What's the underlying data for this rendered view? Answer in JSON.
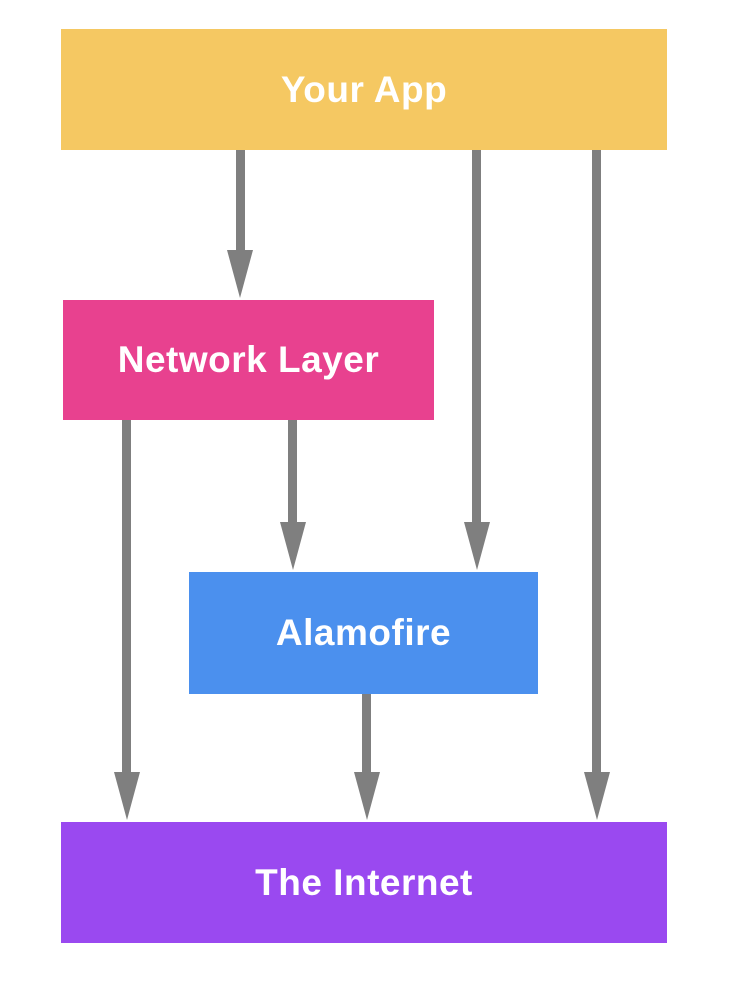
{
  "diagram": {
    "background_color": "#ffffff",
    "arrow_color": "#7f7f7f",
    "text_color": "#ffffff",
    "nodes": [
      {
        "id": "your-app",
        "label": "Your App",
        "color": "#f5c862"
      },
      {
        "id": "network-layer",
        "label": "Network Layer",
        "color": "#e8418f"
      },
      {
        "id": "alamofire",
        "label": "Alamofire",
        "color": "#4b90ee"
      },
      {
        "id": "the-internet",
        "label": "The Internet",
        "color": "#9a49f0"
      }
    ],
    "edges": [
      {
        "from": "Your App",
        "to": "Network Layer"
      },
      {
        "from": "Your App",
        "to": "Alamofire"
      },
      {
        "from": "Your App",
        "to": "The Internet"
      },
      {
        "from": "Network Layer",
        "to": "Alamofire"
      },
      {
        "from": "Network Layer",
        "to": "The Internet"
      },
      {
        "from": "Alamofire",
        "to": "The Internet"
      }
    ]
  }
}
